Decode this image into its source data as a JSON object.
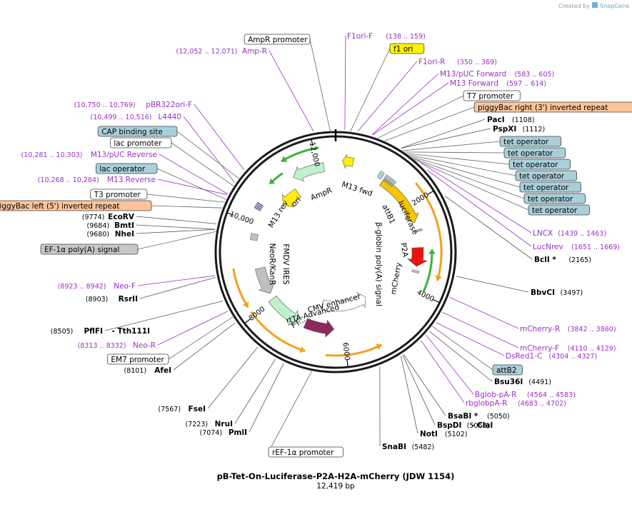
{
  "credit": {
    "prefix": "Created by",
    "brand": "SnapGene"
  },
  "plasmid": {
    "name": "pB-Tet-On-Luciferase-P2A-H2A-mCherry (JDW 1154)",
    "size": "12,419 bp"
  },
  "ticks": [
    "2000",
    "4000",
    "6000",
    "8000",
    "10,000",
    "12,000"
  ],
  "boxed_labels": [
    {
      "text": "AmpR promoter",
      "style": "white"
    },
    {
      "text": "f1 ori",
      "style": "yellow"
    },
    {
      "text": "T7 promoter",
      "style": "white"
    },
    {
      "text": "piggyBac right (3') inverted repeat",
      "style": "orange"
    },
    {
      "text": "tet operator",
      "style": "teal"
    },
    {
      "text": "tet operator",
      "style": "teal"
    },
    {
      "text": "tet operator",
      "style": "teal"
    },
    {
      "text": "tet operator",
      "style": "teal"
    },
    {
      "text": "tet operator",
      "style": "teal"
    },
    {
      "text": "tet operator",
      "style": "teal"
    },
    {
      "text": "tet operator",
      "style": "teal"
    },
    {
      "text": "attB2",
      "style": "teal"
    },
    {
      "text": "CAP binding site",
      "style": "teal"
    },
    {
      "text": "lac promoter",
      "style": "white"
    },
    {
      "text": "lac operator",
      "style": "teal"
    },
    {
      "text": "T3 promoter",
      "style": "white"
    },
    {
      "text": "piggyBac left (5') inverted repeat",
      "style": "orange"
    },
    {
      "text": "EF-1α poly(A) signal",
      "style": "gray"
    },
    {
      "text": "EM7 promoter",
      "style": "white"
    },
    {
      "text": "rEF-1α promoter",
      "style": "white"
    }
  ],
  "primers": [
    {
      "name": "F1ori-F",
      "range": "(138 .. 159)"
    },
    {
      "name": "F1ori-R",
      "range": "(350 .. 369)"
    },
    {
      "name": "M13/pUC Forward",
      "range": "(583 .. 605)"
    },
    {
      "name": "M13 Forward",
      "range": "(597 .. 614)"
    },
    {
      "name": "LNCX",
      "range": "(1439 .. 1463)"
    },
    {
      "name": "LucNrev",
      "range": "(1651 .. 1669)"
    },
    {
      "name": "mCherry-R",
      "range": "(3842 .. 3860)"
    },
    {
      "name": "mCherry-F",
      "range": "(4110 .. 4129)"
    },
    {
      "name": "DsRed1-C",
      "range": "(4304 .. 4327)"
    },
    {
      "name": "Bglob-pA-R",
      "range": "(4564 .. 4583)"
    },
    {
      "name": "rbglobpA-R",
      "range": "(4683 .. 4702)"
    },
    {
      "name": "Amp-R",
      "range": "(12,052 .. 12,071)"
    },
    {
      "name": "pBR322ori-F",
      "range": "(10,750 .. 10,769)"
    },
    {
      "name": "L4440",
      "range": "(10,499 .. 10,516)"
    },
    {
      "name": "M13/pUC Reverse",
      "range": "(10,281 .. 10,303)"
    },
    {
      "name": "M13 Reverse",
      "range": "(10,268 .. 10,284)"
    },
    {
      "name": "Neo-F",
      "range": "(8923 .. 8942)"
    },
    {
      "name": "Neo-R",
      "range": "(8313 .. 8332)"
    }
  ],
  "sites": [
    {
      "name": "PacI",
      "pos": "(1108)"
    },
    {
      "name": "PspXI",
      "pos": "(1112)"
    },
    {
      "name": "BclI *",
      "pos": "(2165)"
    },
    {
      "name": "BbvCI",
      "pos": "(3497)"
    },
    {
      "name": "Bsu36I",
      "pos": "(4491)"
    },
    {
      "name": "BsaBI *",
      "pos": "(5050)"
    },
    {
      "name": "BspDI",
      "pos": "(5068)"
    },
    {
      "name": "- ClaI",
      "pos": ""
    },
    {
      "name": "NotI",
      "pos": "(5102)"
    },
    {
      "name": "SnaBI",
      "pos": "(5482)"
    },
    {
      "name": "EcoRV",
      "pos": "(9774)"
    },
    {
      "name": "BmtI",
      "pos": "(9684)"
    },
    {
      "name": "NheI",
      "pos": "(9680)"
    },
    {
      "name": "RsrII",
      "pos": "(8903)"
    },
    {
      "name": "PflFI",
      "pos": "(8505)"
    },
    {
      "name": "- Tth111I",
      "pos": ""
    },
    {
      "name": "AfeI",
      "pos": "(8101)"
    },
    {
      "name": "FseI",
      "pos": "(7567)"
    },
    {
      "name": "NruI",
      "pos": "(7223)"
    },
    {
      "name": "PmlI",
      "pos": "(7074)"
    }
  ],
  "features": [
    {
      "name": "AmpR"
    },
    {
      "name": "ori"
    },
    {
      "name": "M13 rev"
    },
    {
      "name": "M13 fwd"
    },
    {
      "name": "attB1"
    },
    {
      "name": "luciferase"
    },
    {
      "name": "P2A"
    },
    {
      "name": "β-globin poly(A) signal"
    },
    {
      "name": "mCherry"
    },
    {
      "name": "CMV enhancer"
    },
    {
      "name": "rtTA-Advanced"
    },
    {
      "name": "FT..."
    },
    {
      "name": "FMDV IRES"
    },
    {
      "name": "NeoR/KanR"
    }
  ],
  "colors": {
    "primer": "#9b2fc6",
    "teal": "#a9cfda",
    "yellow": "#fff200",
    "orange_box": "#fbc49a",
    "gray_box": "#c8c8c8",
    "luciferase": "#f5c400",
    "mCherry": "#e8140c",
    "rtTA": "#8c2a5a",
    "amp": "#bff2cc",
    "ori": "#ffee00",
    "green_arrow": "#3bb33b",
    "orange_arrow": "#f2a21a",
    "ires": "#c0c0c0"
  }
}
